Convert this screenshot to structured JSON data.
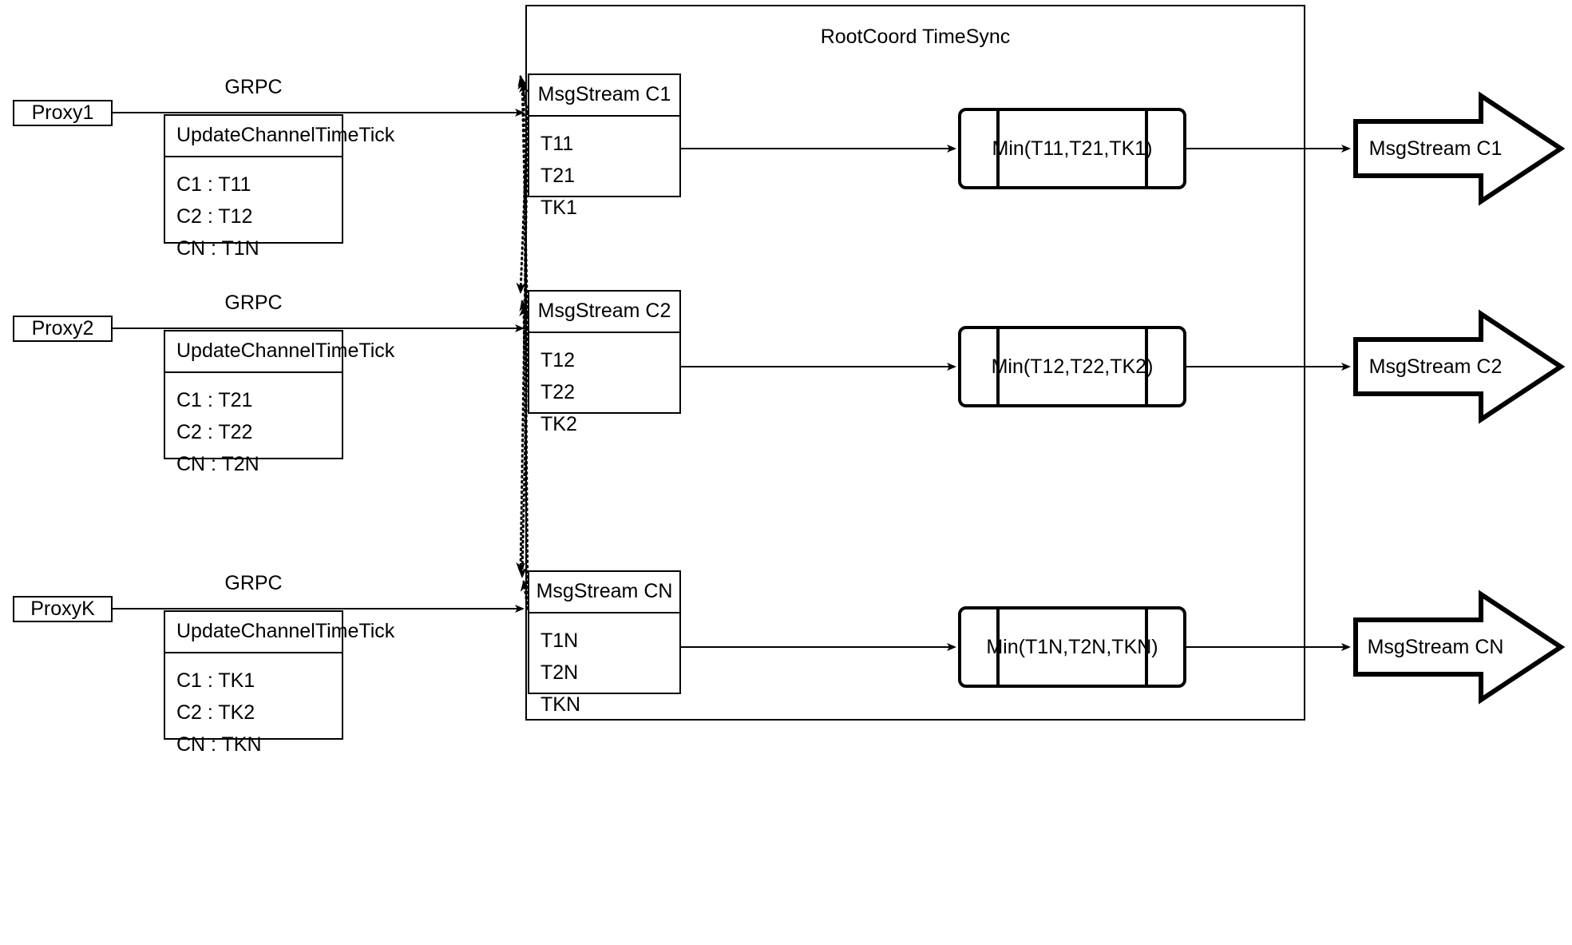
{
  "diagram": {
    "title": "RootCoord TimeSync",
    "container_label": "RootCoord TimeSync"
  },
  "rows": [
    {
      "proxy": "Proxy1",
      "grpc_label": "GRPC",
      "request": {
        "header": "UpdateChannelTimeTick",
        "entries": [
          "C1 :  T11",
          "C2 :  T12",
          "CN : T1N"
        ]
      },
      "msgstream": {
        "header": "MsgStream C1",
        "entries": [
          "T11",
          "T21",
          "TK1"
        ]
      },
      "process": "Min(T11,T21,TK1)",
      "output": "MsgStream C1"
    },
    {
      "proxy": "Proxy2",
      "grpc_label": "GRPC",
      "request": {
        "header": "UpdateChannelTimeTick",
        "entries": [
          "C1 :  T21",
          "C2 :  T22",
          "CN : T2N"
        ]
      },
      "msgstream": {
        "header": "MsgStream C2",
        "entries": [
          "T12",
          "T22",
          "TK2"
        ]
      },
      "process": "Min(T12,T22,TK2)",
      "output": "MsgStream C2"
    },
    {
      "proxy": "ProxyK",
      "grpc_label": "GRPC",
      "request": {
        "header": "UpdateChannelTimeTick",
        "entries": [
          "C1 :  TK1",
          "C2 :  TK2",
          "CN : TKN"
        ]
      },
      "msgstream": {
        "header": "MsgStream CN",
        "entries": [
          "T1N",
          "T2N",
          "TKN"
        ]
      },
      "process": "Min(T1N,T2N,TKN)",
      "output": "MsgStream CN"
    }
  ],
  "colors": {
    "stroke": "#000000",
    "background": "#ffffff"
  }
}
